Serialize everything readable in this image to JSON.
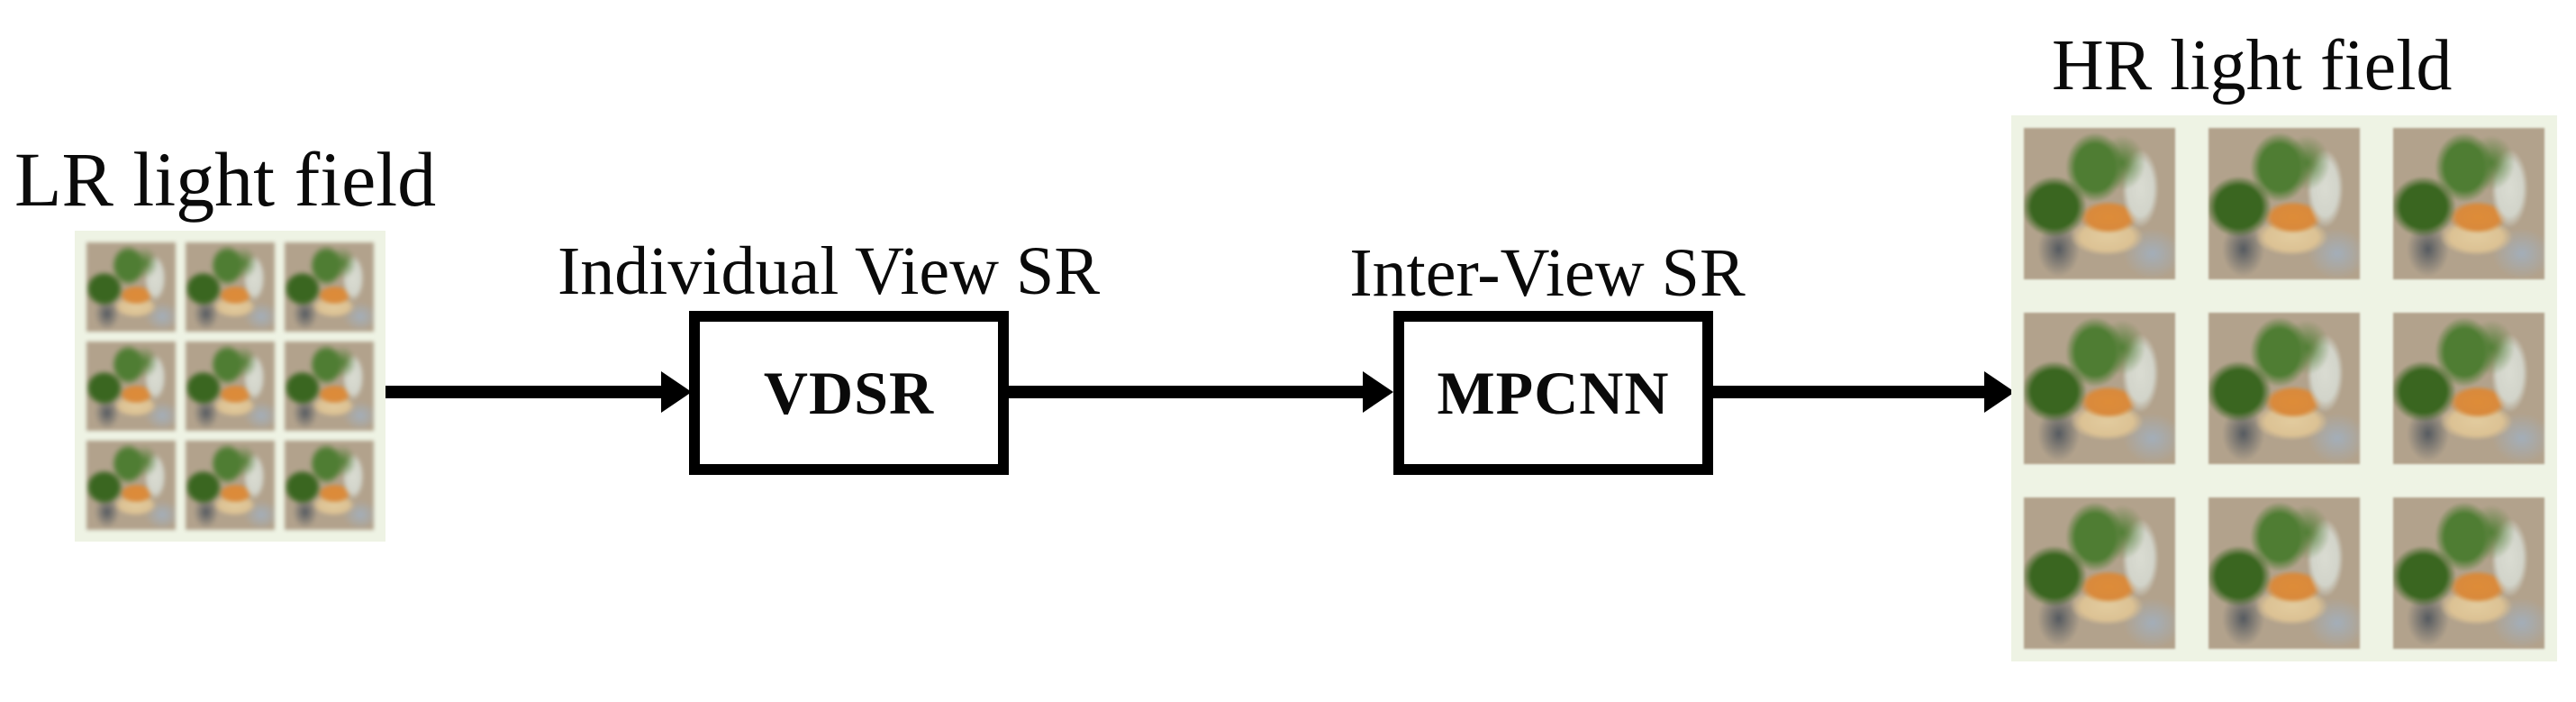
{
  "figure": {
    "lr_label": "LR light field",
    "hr_label": "HR light field",
    "stages": [
      {
        "title": "Individual View SR",
        "box_label": "VDSR"
      },
      {
        "title": "Inter-View SR",
        "box_label": "MPCNN"
      }
    ],
    "grids": {
      "rows": 3,
      "cols": 3
    },
    "colors": {
      "background": "#ffffff",
      "text": "#0a0a0a",
      "box_border": "#000000",
      "arrow": "#000000",
      "grid_background": "#eef3e4",
      "photo_base": "#b2a28c"
    }
  }
}
